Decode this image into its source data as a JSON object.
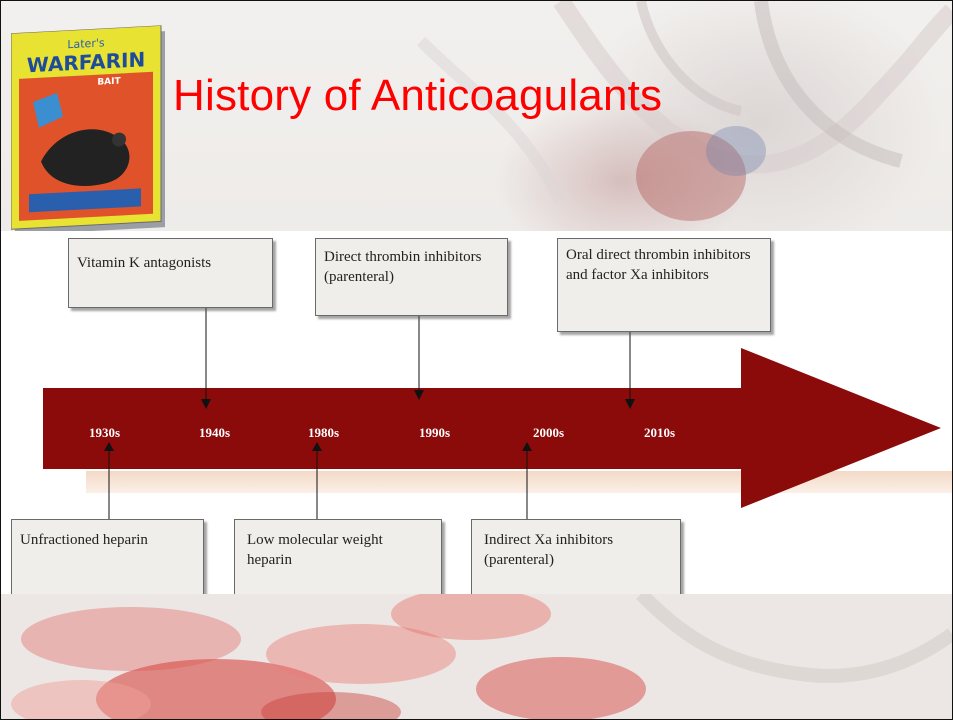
{
  "slide": {
    "title": "History of Anticoagulants"
  },
  "product_box": {
    "brand": "Later's",
    "name": "WARFARIN",
    "subname": "BAIT"
  },
  "timeline": {
    "decades": [
      "1930s",
      "1940s",
      "1980s",
      "1990s",
      "2000s",
      "2010s"
    ],
    "top_events": [
      {
        "label": "Vitamin K antagonists",
        "decade": "1940s"
      },
      {
        "label": "Direct thrombin inhibitors (parenteral)",
        "decade": "1990s"
      },
      {
        "label": "Oral direct thrombin inhibitors and factor Xa inhibitors",
        "decade": "2010s"
      }
    ],
    "bottom_events": [
      {
        "label": "Unfractioned heparin",
        "decade": "1930s"
      },
      {
        "label": "Low molecular weight heparin",
        "decade": "1980s"
      },
      {
        "label": "Indirect Xa inhibitors (parenteral)",
        "decade": "2000s"
      }
    ]
  },
  "colors": {
    "title": "#ff0000",
    "arrow": "#8b0a0a",
    "box_fill": "#efeeea",
    "decade_text": "#ffffff"
  }
}
